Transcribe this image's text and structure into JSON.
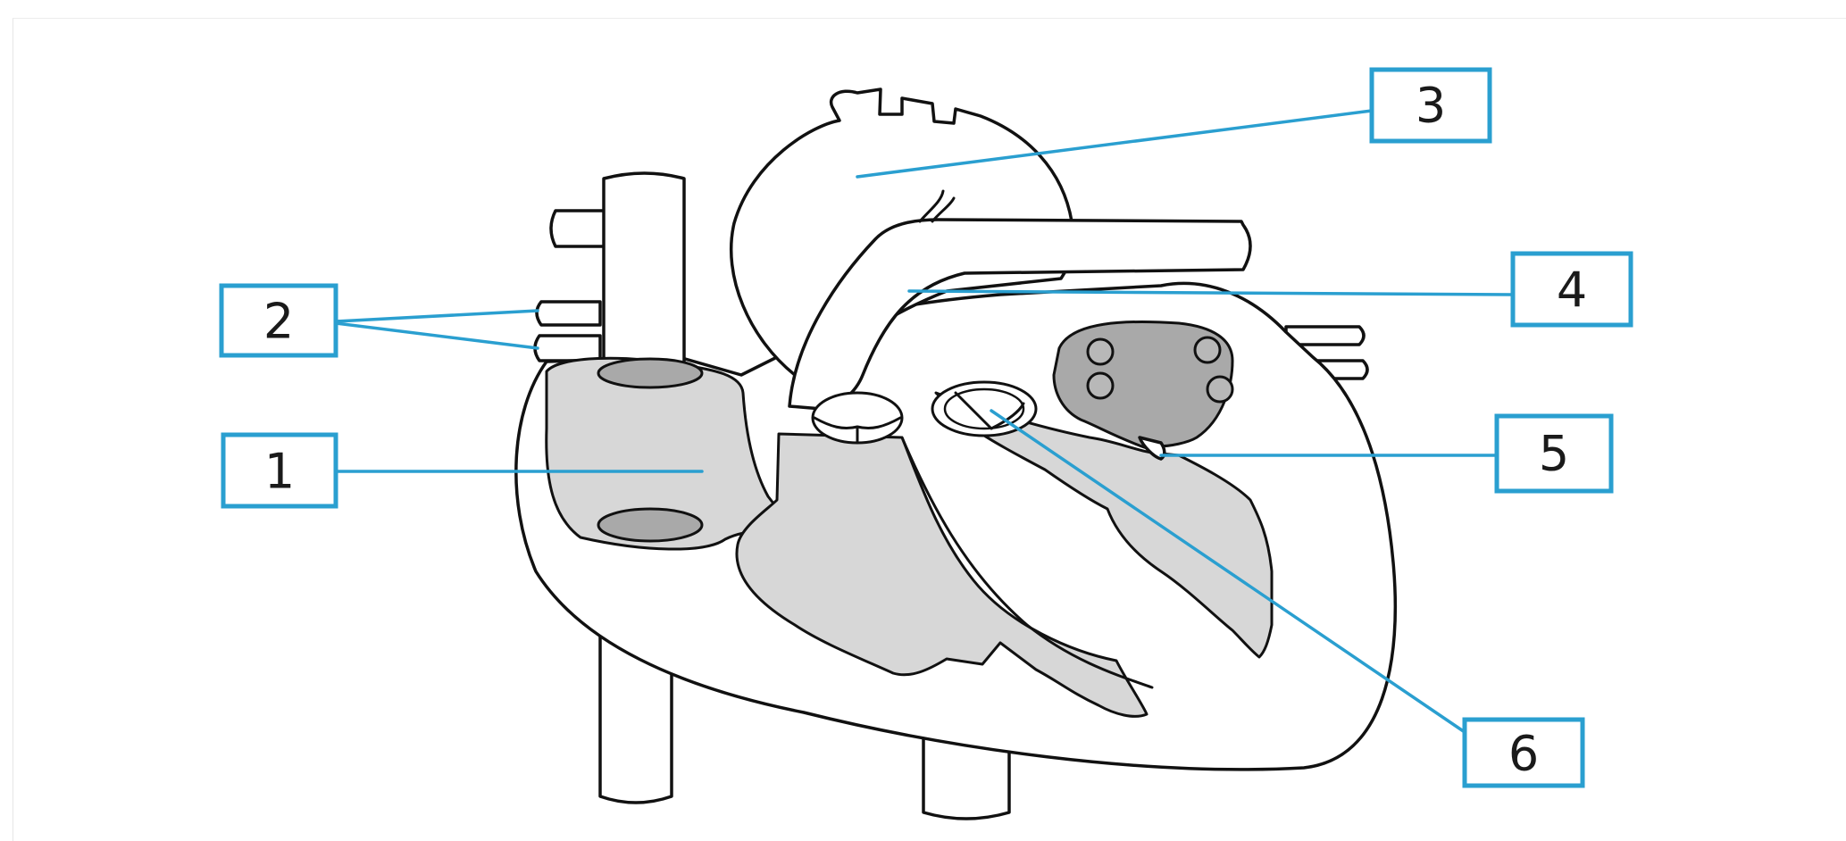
{
  "colors": {
    "leader_line": "#2a9fd0",
    "outline": "#111111",
    "chamber_fill": "#d7d7d7",
    "valve_ring_fill": "#a9a9a9",
    "background": "#ffffff"
  },
  "labels": {
    "l1": "1",
    "l2": "2",
    "l3": "3",
    "l4": "4",
    "l5": "5",
    "l6": "6"
  }
}
